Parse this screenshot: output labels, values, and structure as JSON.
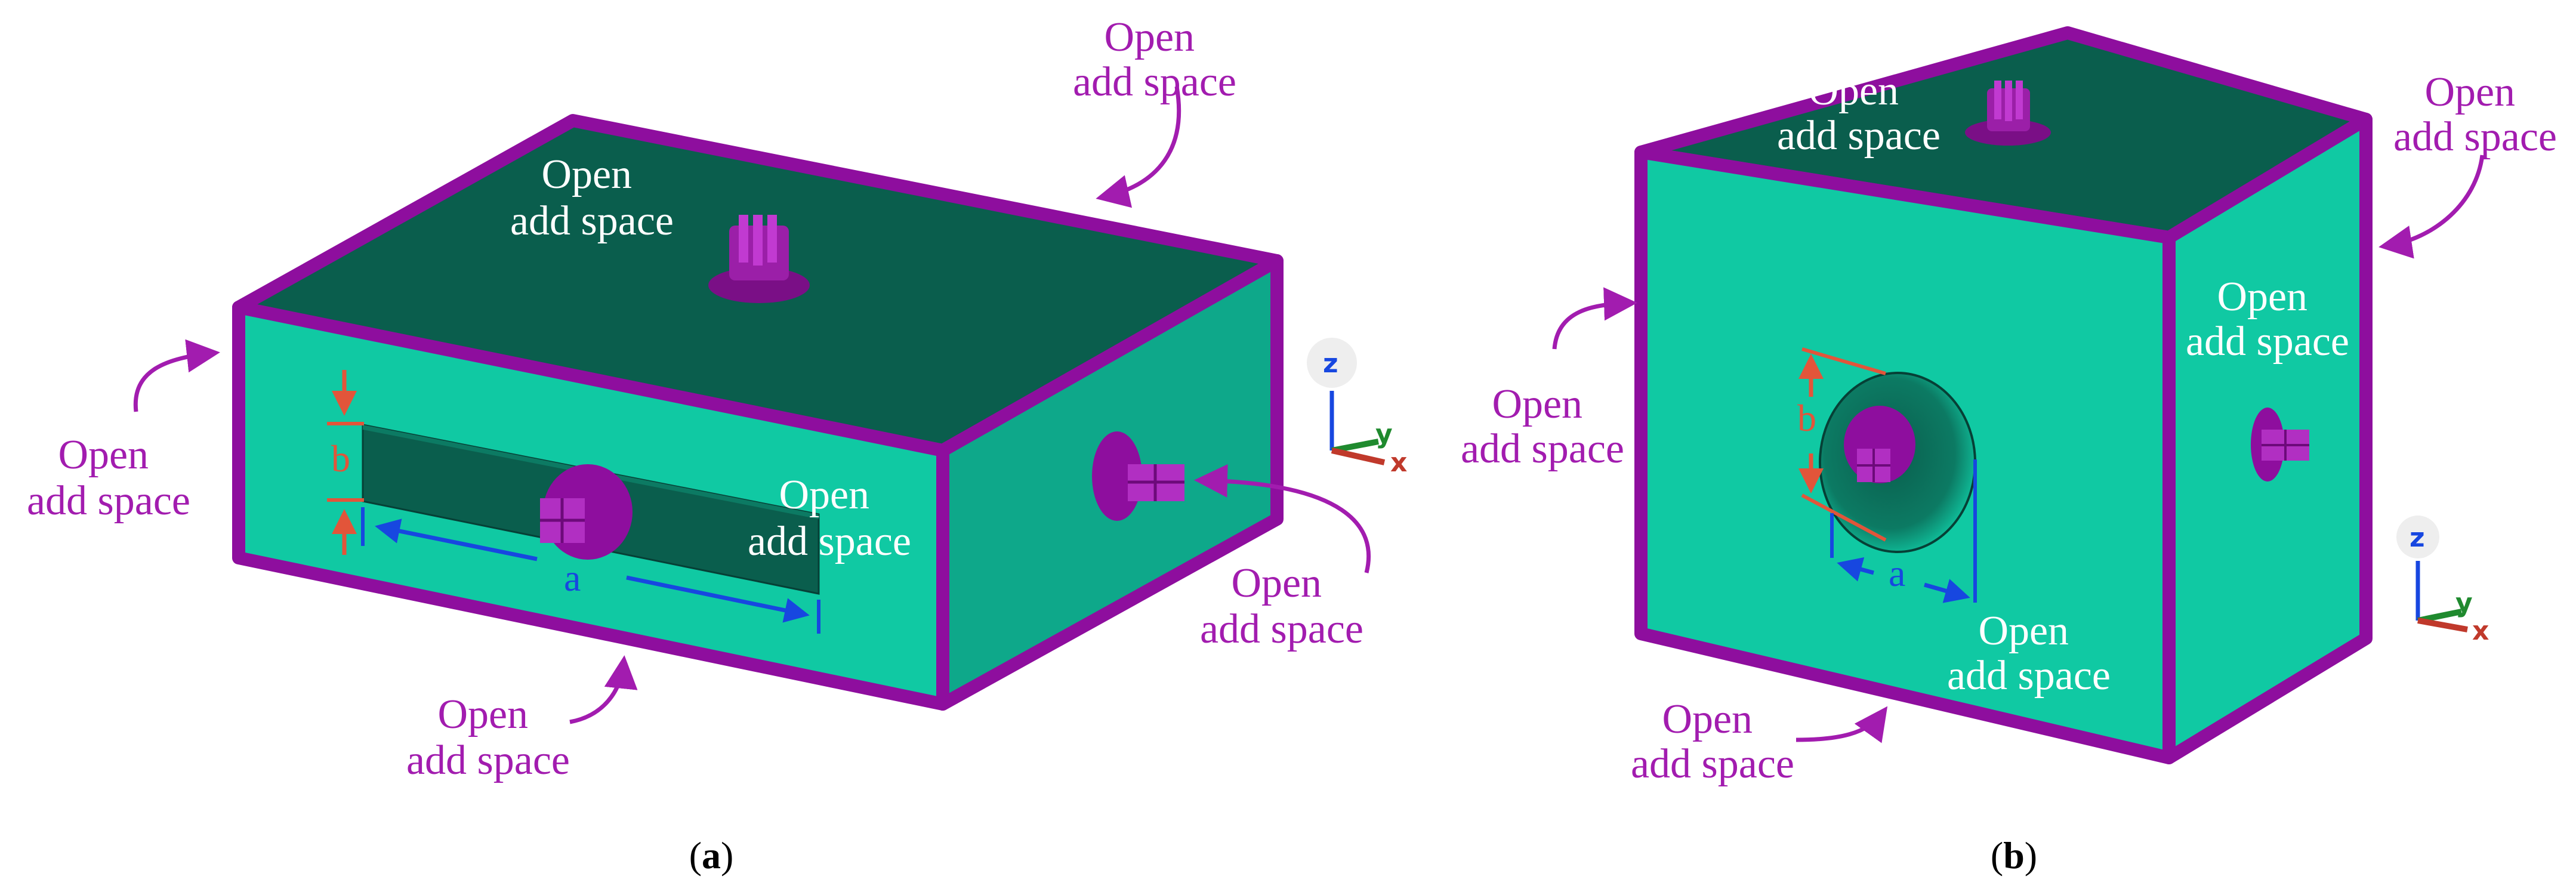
{
  "colors": {
    "face_light": "#10c9a3",
    "face_dark": "#0a5e4d",
    "face_mid": "#0ea88a",
    "frame": "#8e0e9e",
    "label_magenta": "#a21caf",
    "dim_red": "#e2553a",
    "dim_blue": "#1747e0"
  },
  "panel_a": {
    "caption_open": "(",
    "caption_letter": "a",
    "caption_close": ")",
    "labels": {
      "top_right": [
        "Open",
        "add space"
      ],
      "top_face": [
        "Open",
        "add space"
      ],
      "left": [
        "Open",
        "add space"
      ],
      "front_inner": [
        "Open",
        "add space"
      ],
      "right_face": [
        "Open",
        "add space"
      ],
      "bottom": [
        "Open",
        "add space"
      ]
    },
    "dim_a": "a",
    "dim_b": "b"
  },
  "panel_b": {
    "caption_open": "(",
    "caption_letter": "b",
    "caption_close": ")",
    "labels": {
      "top_face": [
        "Open",
        "add space"
      ],
      "top_right": [
        "Open",
        "add space"
      ],
      "right_face": [
        "Open",
        "add space"
      ],
      "left": [
        "Open",
        "add space"
      ],
      "front_right": [
        "Open",
        "add space"
      ],
      "bottom": [
        "Open",
        "add space"
      ]
    },
    "dim_a": "a",
    "dim_b": "b"
  },
  "axes": {
    "z": "z",
    "y": "y",
    "x": "x"
  },
  "icons": [
    "probe-icon",
    "axis-triad-icon",
    "arrow-icon"
  ]
}
